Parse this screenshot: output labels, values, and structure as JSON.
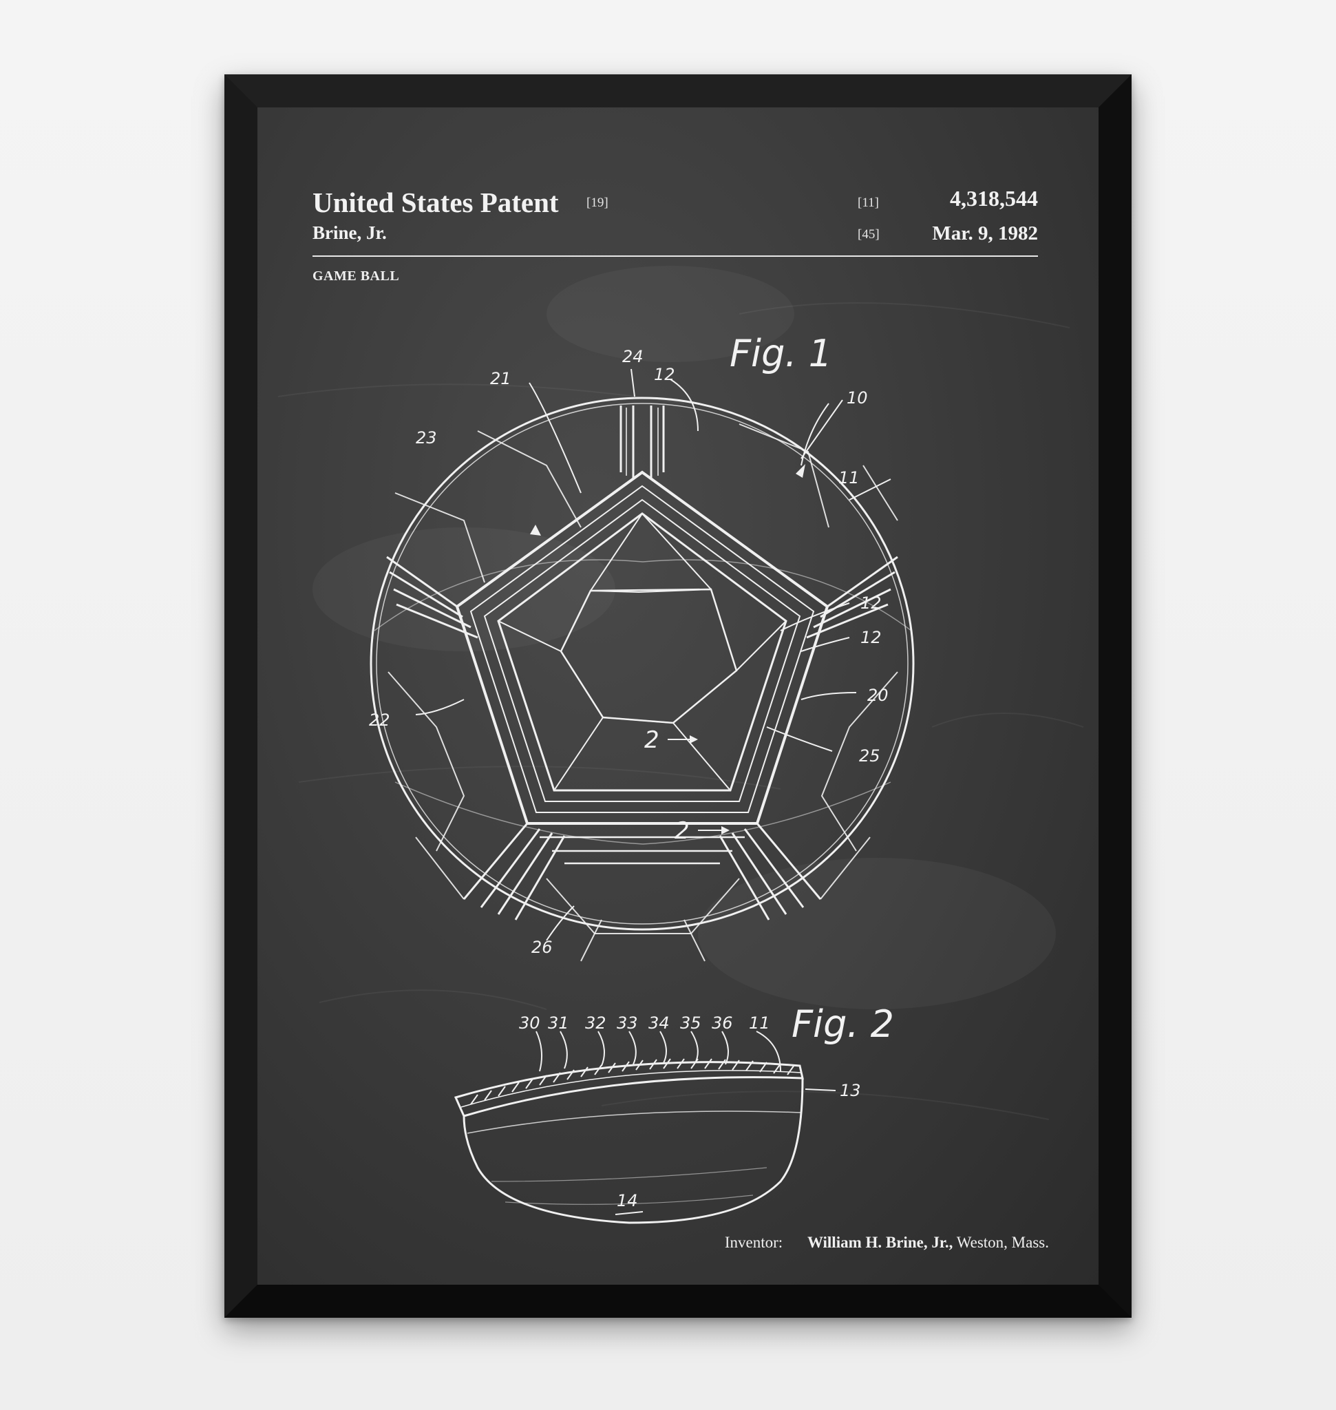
{
  "header": {
    "title": "United States Patent",
    "title_code": "[19]",
    "inventor_short": "Brine, Jr.",
    "patent_code": "[11]",
    "patent_number": "4,318,544",
    "date_code": "[45]",
    "date": "Mar. 9, 1982",
    "subject": "GAME BALL"
  },
  "figures": {
    "fig1_label": "Fig. 1",
    "fig2_label": "Fig. 2",
    "fig1_refs": [
      "24",
      "12",
      "21",
      "10",
      "23",
      "11",
      "12",
      "12",
      "20",
      "22",
      "25",
      "26",
      "2",
      "2"
    ],
    "fig2_refs": [
      "30",
      "31",
      "32",
      "33",
      "34",
      "35",
      "36",
      "11",
      "13",
      "14"
    ]
  },
  "footer": {
    "label": "Inventor:",
    "name": "William H. Brine, Jr.,",
    "location": "Weston, Mass."
  },
  "colors": {
    "frame": "#141414",
    "chalkboard": "#3c3c3c",
    "chalk": "#f2f2f2"
  }
}
